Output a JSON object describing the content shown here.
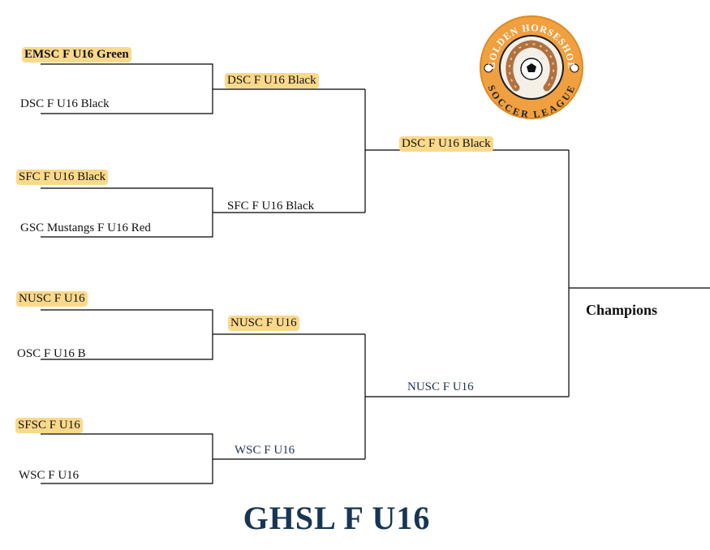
{
  "title": "GHSL F U16",
  "champions_label": "Champions",
  "logo": {
    "top_text": "GOLDEN HORSESHOE",
    "bottom_text": "SOCCER LEAGUE",
    "colors": {
      "ring": "#f0a040",
      "inner": "#1d1d1d",
      "horseshoe": "#b07040"
    }
  },
  "round1": [
    {
      "name": "EMSC F U16 Green",
      "winner": true
    },
    {
      "name": "DSC F U16 Black",
      "winner": false
    },
    {
      "name": "SFC F U16 Black",
      "winner": true
    },
    {
      "name": "GSC Mustangs F U16 Red",
      "winner": false
    },
    {
      "name": "NUSC F U16",
      "winner": true
    },
    {
      "name": "OSC F U16 B",
      "winner": false
    },
    {
      "name": "SFSC F U16",
      "winner": true
    },
    {
      "name": "WSC F U16",
      "winner": false
    }
  ],
  "round2": [
    {
      "name": "DSC  F U16 Black",
      "winner": true
    },
    {
      "name": "SFC F U16 Black",
      "winner": false
    },
    {
      "name": "NUSC F U16",
      "winner": true
    },
    {
      "name": "WSC F U16",
      "winner": false
    }
  ],
  "round3": [
    {
      "name": "DSC F U16 Black",
      "winner": true
    },
    {
      "name": "NUSC F U16",
      "winner": false
    }
  ],
  "colors": {
    "highlight": "#fbd98a",
    "title": "#173654",
    "line": "#000000"
  }
}
